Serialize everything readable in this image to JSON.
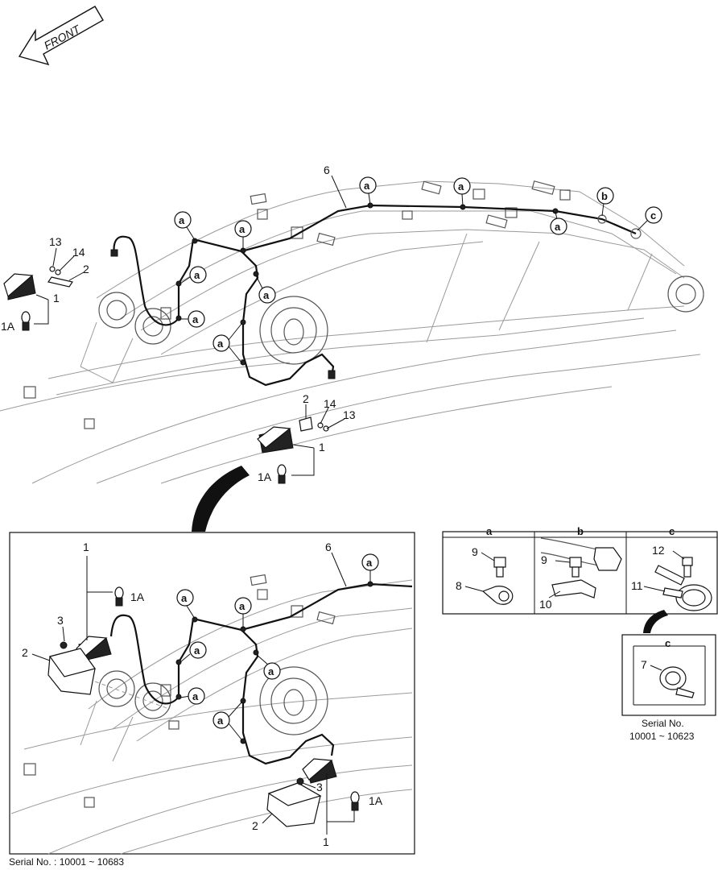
{
  "arrow": {
    "text": "FRONT"
  },
  "top_labels": {
    "harness": "6",
    "bolt_left": "13",
    "washer_left": "14",
    "bracket_left": "2",
    "lamp_left": "1",
    "bulb_left": "1A",
    "bracket_right": "2",
    "washer_right": "14",
    "bolt_right": "13",
    "lamp_right": "1",
    "bulb_right": "1A"
  },
  "bubbles": {
    "a": "a",
    "b": "b",
    "c": "c"
  },
  "inset_labels": {
    "lamp_left": "1",
    "bulb_left": "1A",
    "nut_left": "3",
    "box_left": "2",
    "harness": "6",
    "nut_right": "3",
    "bulb_right": "1A",
    "box_right": "2",
    "lamp_right": "1"
  },
  "detail_panels": {
    "a": {
      "header": "a",
      "labels": [
        "9",
        "8"
      ]
    },
    "b": {
      "header": "b",
      "labels": [
        "9",
        "10"
      ]
    },
    "c": {
      "header": "c",
      "labels": [
        "12",
        "11"
      ]
    }
  },
  "small_detail": {
    "header": "c",
    "label": "7"
  },
  "serials": {
    "small_detail_line1": "Serial No.",
    "small_detail_line2": "10001 ~ 10623",
    "inset": "Serial No. : 10001 ~ 10683"
  }
}
